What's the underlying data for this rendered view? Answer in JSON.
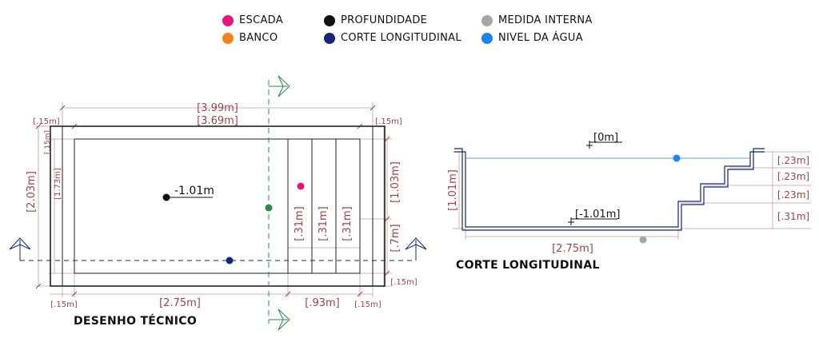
{
  "legend": {
    "escada": {
      "label": "ESCADA",
      "color": "#e5157a"
    },
    "banco": {
      "label": "BANCO",
      "color": "#f7821b"
    },
    "profundidade": {
      "label": "PROFUNDIDADE",
      "color": "#111111"
    },
    "corte": {
      "label": "CORTE LONGITUDINAL",
      "color": "#12267a"
    },
    "medida": {
      "label": "MEDIDA INTERNA",
      "color": "#a6a6a6"
    },
    "nivel": {
      "label": "NIVEL DA ÁGUA",
      "color": "#1a86e8"
    }
  },
  "plan": {
    "caption": "DESENHO TÉCNICO",
    "depth": "-1.01m",
    "dims": {
      "outer_length": "[3.99m]",
      "inner_length": "[3.69m]",
      "top_left_wall": "[.15m]",
      "top_right_wall": "[.15m]",
      "left_small": "[.15m]",
      "left_outer_width": "[2.03m]",
      "left_inner_width": "[1.73m]",
      "right_step_width": "[1.03m]",
      "right_seven": "[.7m]",
      "right_bottom_wall": "[.15m]",
      "step_1": "[.31m]",
      "step_2": "[.31m]",
      "step_3": "[.31m]",
      "bottom_left_wall": "[.15m]",
      "bottom_floor": "[2.75m]",
      "bottom_steps": "[.93m]",
      "bottom_right_wall": "[.15m]"
    }
  },
  "section": {
    "caption": "CORTE LONGITUDINAL",
    "level_top": "[0m]",
    "level_bottom": "[-1.01m]",
    "depth": "[1.01m]",
    "floor": "[2.75m]",
    "step_1": "[.23m]",
    "step_2": "[.23m]",
    "step_3": "[.23m]",
    "step_4": "[.31m]"
  }
}
